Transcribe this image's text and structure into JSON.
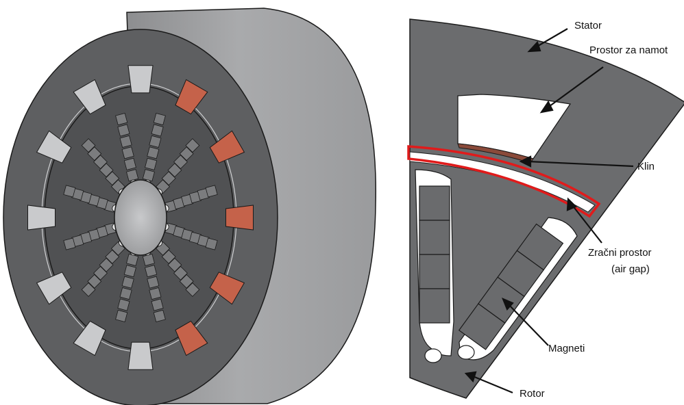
{
  "colors": {
    "steel_dark": "#5e5f61",
    "steel_mid": "#7b7c7e",
    "steel_light": "#b3b5b7",
    "slot_face": "#c9cacc",
    "copper": "#c5624a",
    "air_gap_outline": "#e01b1b",
    "magnet": "#6a6b6d",
    "edge": "#1a1a1a",
    "background": "#ffffff"
  },
  "icons": {
    "motor": "motor-3d-cutaway",
    "section": "motor-cross-section-sector"
  },
  "labels": {
    "stator": "Stator",
    "winding_space": "Prostor za namot",
    "wedge": "Klin",
    "air_gap_line1": "Zračni prostor",
    "air_gap_line2": "(air gap)",
    "magnets": "Magneti",
    "rotor": "Rotor"
  }
}
